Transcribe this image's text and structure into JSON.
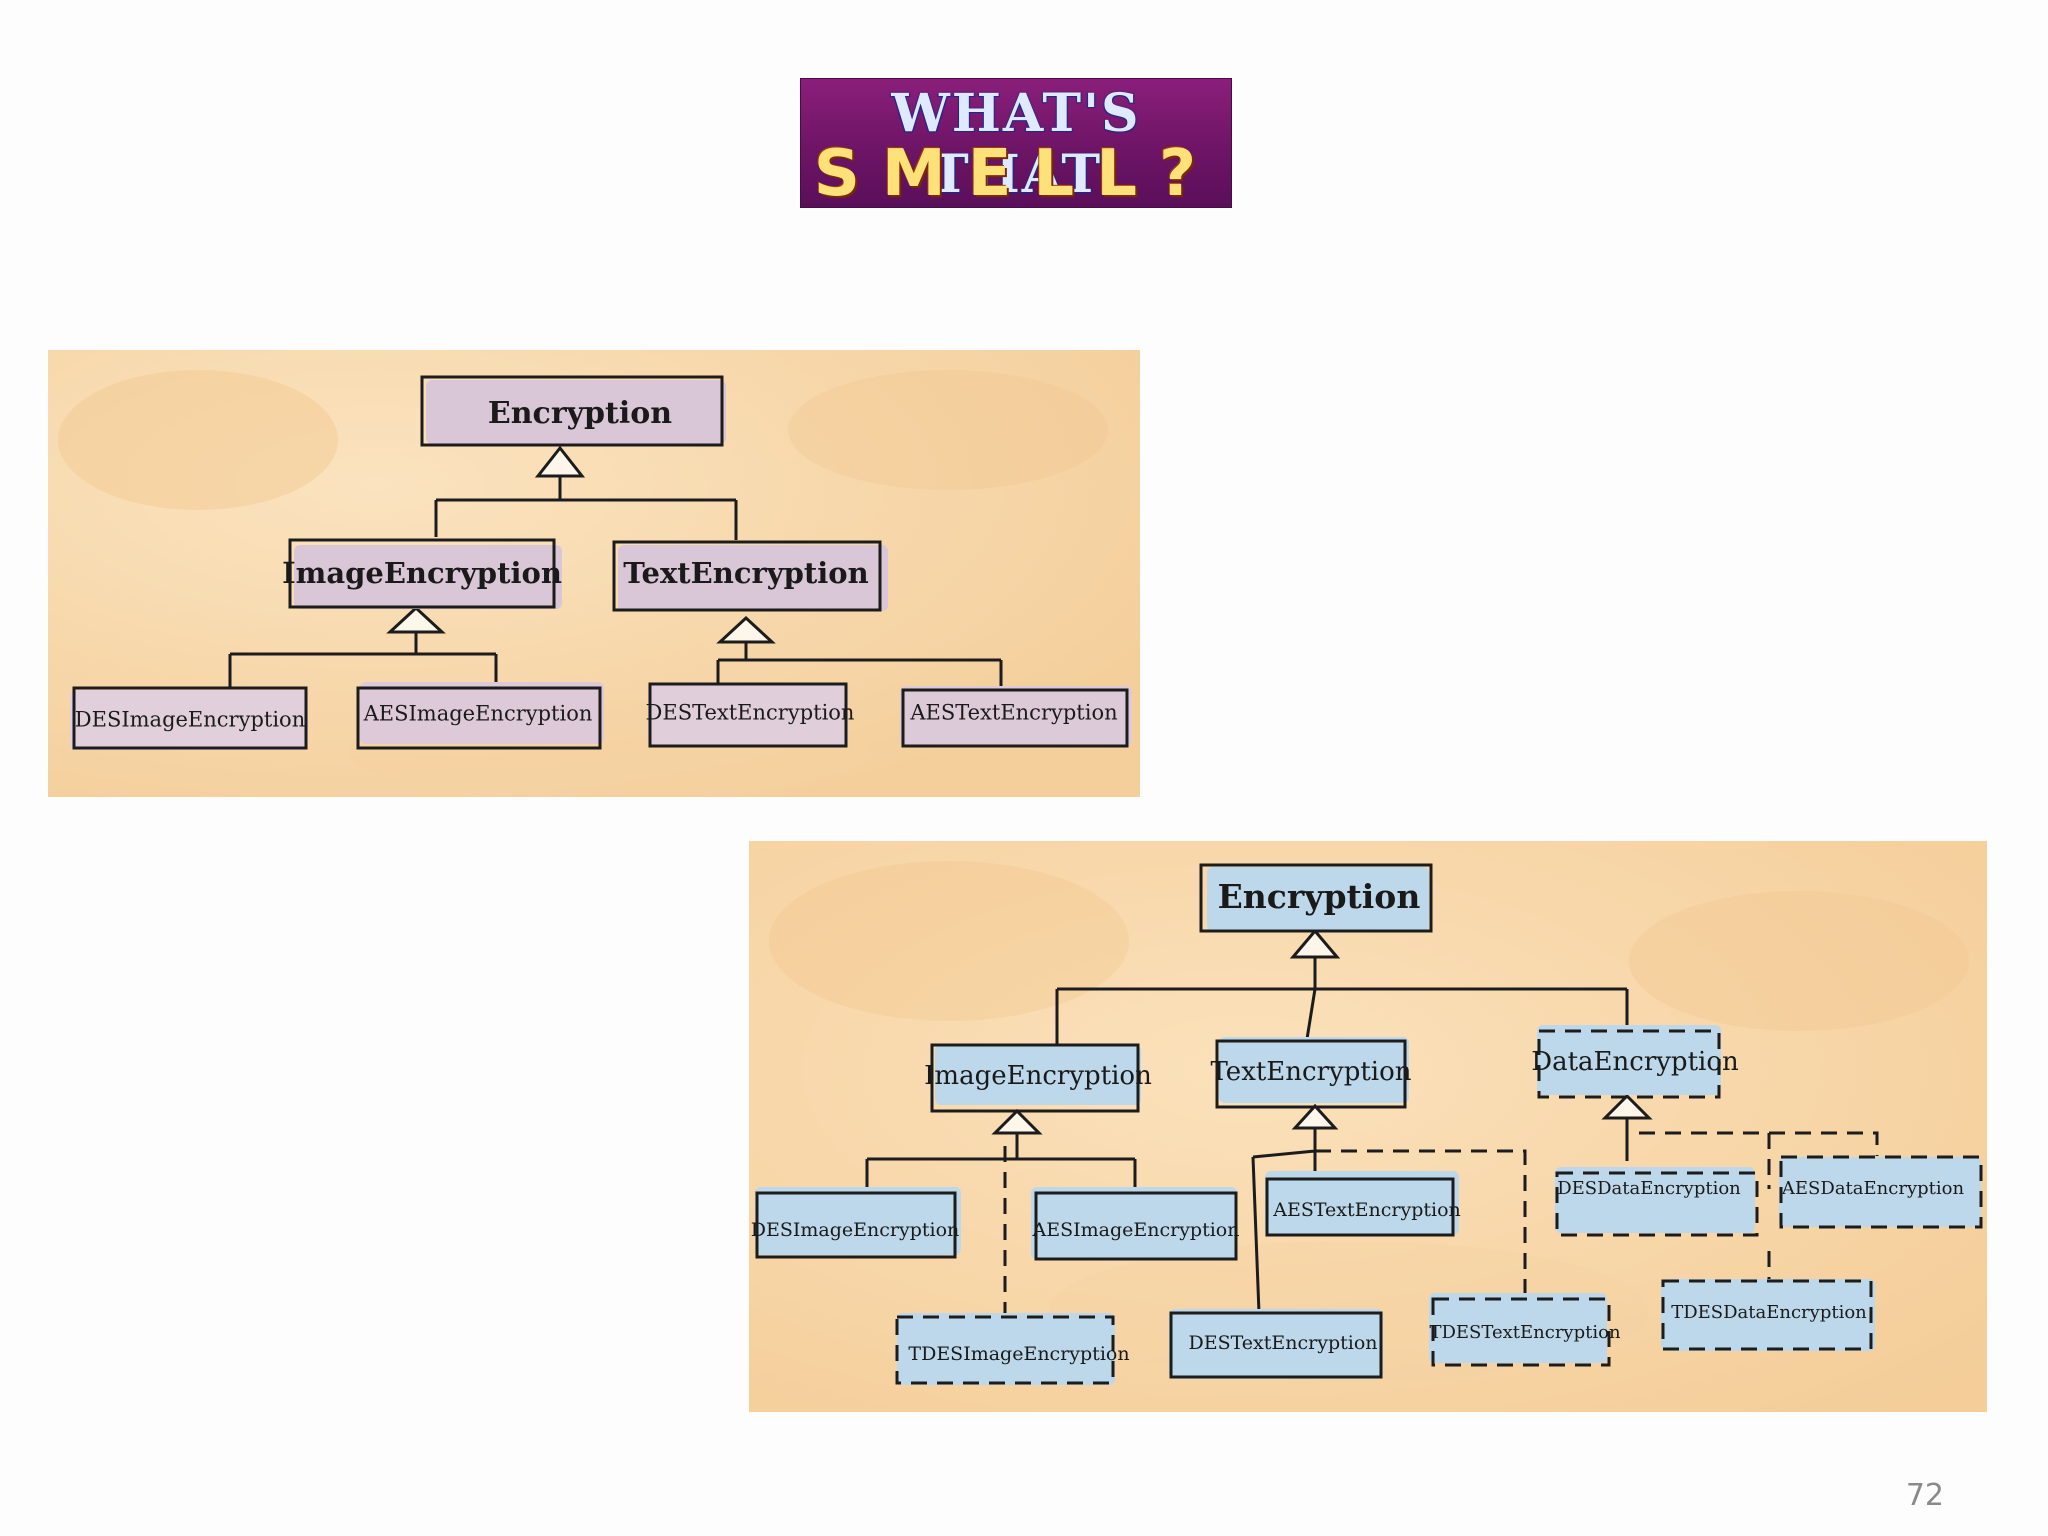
{
  "banner": {
    "line1": "WHAT'S THAT",
    "line2": "SMELL?"
  },
  "diagram1": {
    "nodes": {
      "encryption": "Encryption",
      "image": "ImageEncryption",
      "text": "TextEncryption",
      "des_image": "DESImageEncryption",
      "aes_image": "AESImageEncryption",
      "des_text": "DESTextEncryption",
      "aes_text": "AESTextEncryption"
    }
  },
  "diagram2": {
    "nodes": {
      "encryption": "Encryption",
      "image": "ImageEncryption",
      "text": "TextEncryption",
      "data": "DataEncryption",
      "des_image": "DESImageEncryption",
      "aes_image": "AESImageEncryption",
      "tdes_image": "TDESImageEncryption",
      "aes_text": "AESTextEncryption",
      "des_text": "DESTextEncryption",
      "tdes_text": "TDESTextEncryption",
      "des_data": "DESDataEncryption",
      "aes_data": "AESDataEncryption",
      "tdes_data": "TDESDataEncryption"
    }
  },
  "colors": {
    "paper": "#f8d9ae",
    "node_purple": "#d9c6d6",
    "node_blue": "#bcd8ea",
    "ink": "#1c1c1c"
  },
  "slide_number": "72"
}
